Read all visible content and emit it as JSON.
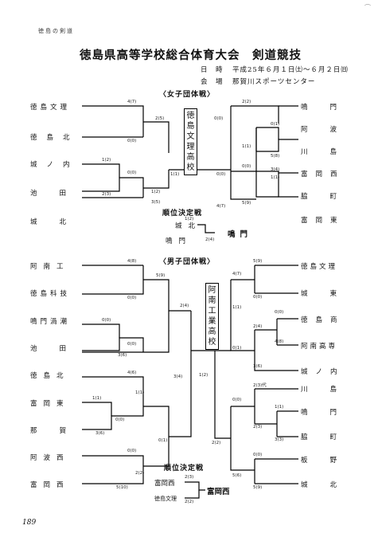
{
  "header": {
    "running_head": "徳島の剣道",
    "page_number": "189"
  },
  "title": "徳島県高等学校総合体育大会　剣道競技",
  "info": {
    "date_label": "日　時",
    "date_value": "平成25年６月１日㈯～６月２日㈰",
    "venue_label": "会　場",
    "venue_value": "那賀川スポーツセンター"
  },
  "women": {
    "heading": "〈女子団体戦〉",
    "left_teams": [
      "徳島文理",
      "徳島北",
      "城ノ内",
      "池田",
      "城北"
    ],
    "right_teams": [
      "鳴門",
      "阿波",
      "川島",
      "富岡西",
      "脇町",
      "富岡東"
    ],
    "champion": [
      "徳",
      "島",
      "文",
      "理",
      "高",
      "校"
    ],
    "scores": {
      "l1": "4(7)",
      "l2": "0(0)",
      "l3": "1(2)",
      "l4": "0(0)",
      "l5": "2(3)",
      "l6": "2(5)",
      "l7": "1(2)",
      "l8": "3(5)",
      "lf": "1(1)",
      "r1": "2(2)",
      "r2": "0(1)",
      "r3": "5(8)",
      "r4": "1(1)",
      "r5": "0(0)",
      "r6": "3(4)",
      "r7": "0(0)",
      "r8": "1(1)",
      "r9": "4(7)",
      "r10": "5(9)",
      "rf": "0(0)"
    },
    "placement": {
      "heading": "順位決定戦",
      "team1": "城北",
      "team2": "鳴門",
      "score1": "1(2)",
      "score2": "2(4)",
      "winner": "鳴門"
    }
  },
  "men": {
    "heading": "〈男子団体戦〉",
    "left_teams": [
      "阿南工",
      "徳島科技",
      "鳴門渦潮",
      "池田",
      "徳島北",
      "富岡東",
      "那賀",
      "阿波西",
      "富岡西"
    ],
    "right_teams": [
      "徳島文理",
      "城東",
      "徳島商",
      "阿南高専",
      "城ノ内",
      "川島",
      "鳴門",
      "脇町",
      "板野",
      "城北"
    ],
    "champion": [
      "阿",
      "南",
      "工",
      "業",
      "高",
      "校"
    ],
    "scores": {
      "a1": "4(8)",
      "a2": "0(0)",
      "a3": "5(9)",
      "a4": "0(0)",
      "a5": "0(0)",
      "a6": "3(6)",
      "a7": "2(4)",
      "a8": "4(6)",
      "a9": "1(1)",
      "a10": "0(0)",
      "a11": "3(6)",
      "a12": "1(1)",
      "a13": "0(0)",
      "a14": "2(2)",
      "a15": "5(10)",
      "a16": "0(1)",
      "a17": "3(4)",
      "a18": "1(2)",
      "b1": "5(9)",
      "b2": "0(0)",
      "b3": "4(7)",
      "b4": "0(0)",
      "b5": "4(8)",
      "b6": "2(4)",
      "b7": "3(6)",
      "b8": "0(1)",
      "b9": "1(1)",
      "b10": "2(3)代",
      "b11": "1(1)",
      "b12": "0(0)",
      "b13": "3(3)",
      "b14": "2(3)",
      "b15": "0(0)",
      "b16": "5(6)",
      "b17": "5(9)",
      "b18": "2(2)"
    },
    "placement": {
      "heading": "順位決定戦",
      "team1": "富岡西",
      "team2": "徳島文理",
      "score1": "2(3)",
      "score2": "2(2)",
      "winner": "富岡西"
    }
  }
}
